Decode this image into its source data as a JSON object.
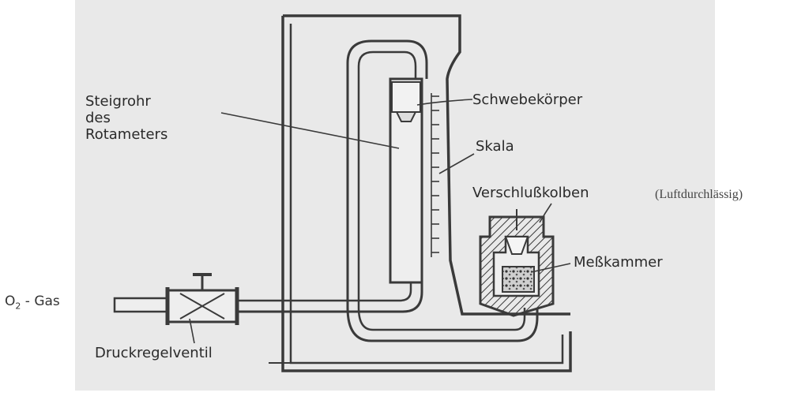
{
  "diagram": {
    "labels": {
      "steigrohr": [
        "Steigrohr",
        "des",
        "Rotameters"
      ],
      "schwebekoerper": "Schwebekörper",
      "skala": "Skala",
      "verschlusskolben": "Verschlußkolben",
      "luftdurchlaessig": "(Luftdurchlässig)",
      "messkammer": "Meßkammer",
      "gas_symbol": "O",
      "gas_subscript": "2",
      "gas_suffix": " - Gas",
      "druckregelventil": "Druckregelventil"
    },
    "colors": {
      "paper": "#e9e9e9",
      "ink": "#3a3a3a"
    }
  }
}
